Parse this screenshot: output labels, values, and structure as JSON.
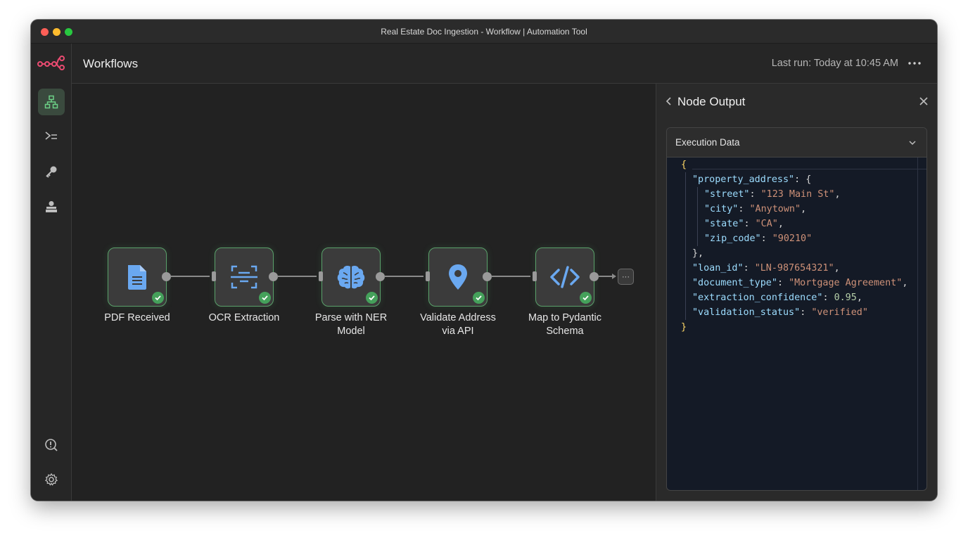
{
  "window": {
    "title": "Real Estate Doc Ingestion - Workflow | Automation Tool"
  },
  "sidebar": {
    "items": [
      {
        "icon": "workflow-icon",
        "active": true
      },
      {
        "icon": "terminal-icon",
        "active": false
      },
      {
        "icon": "key-icon",
        "active": false
      },
      {
        "icon": "user-desk-icon",
        "active": false
      },
      {
        "icon": "info-search-icon",
        "active": false
      },
      {
        "icon": "gear-icon",
        "active": false
      }
    ]
  },
  "header": {
    "title": "Workflows",
    "last_run": "Last run: Today at 10:45 AM"
  },
  "workflow": {
    "nodes": [
      {
        "label": "PDF Received",
        "icon": "document-icon",
        "status": "success"
      },
      {
        "label": "OCR Extraction",
        "icon": "scan-icon",
        "status": "success"
      },
      {
        "label": "Parse with NER Model",
        "icon": "brain-icon",
        "status": "success"
      },
      {
        "label": "Validate Address via API",
        "icon": "location-pin-icon",
        "status": "success"
      },
      {
        "label": "Map to Pydantic Schema",
        "icon": "code-icon",
        "status": "success"
      }
    ],
    "add_button": "···"
  },
  "panel": {
    "title": "Node Output",
    "section_label": "Execution Data",
    "json": {
      "property_address_key": "\"property_address\"",
      "street_key": "\"street\"",
      "street_value": "\"123 Main St\"",
      "city_key": "\"city\"",
      "city_value": "\"Anytown\"",
      "state_key": "\"state\"",
      "state_value": "\"CA\"",
      "zip_key": "\"zip_code\"",
      "zip_value": "\"90210\"",
      "loan_id_key": "\"loan_id\"",
      "loan_id_value": "\"LN-987654321\"",
      "document_type_key": "\"document_type\"",
      "document_type_value": "\"Mortgage Agreement\"",
      "extraction_confidence_key": "\"extraction_confidence\"",
      "extraction_confidence_value": "0.95",
      "validation_status_key": "\"validation_status\"",
      "validation_status_value": "\"verified\""
    }
  },
  "colors": {
    "accent_green": "#45a15b",
    "node_icon_blue": "#6aa8f0",
    "logo_red": "#ea4b71"
  }
}
